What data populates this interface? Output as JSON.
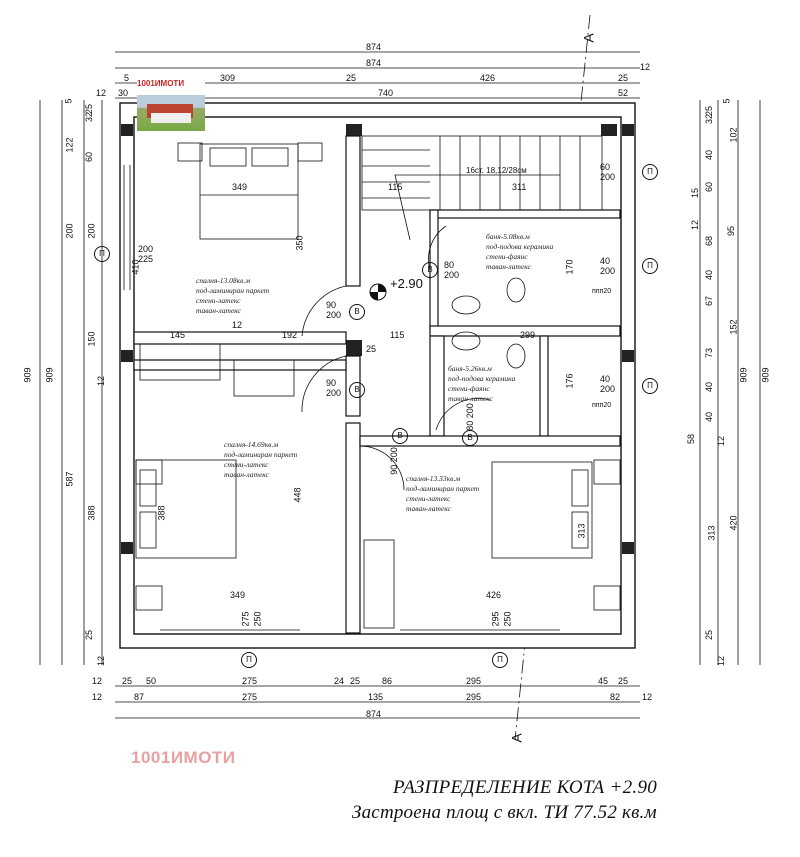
{
  "brand": {
    "logo_text": "1001ИМОТИ",
    "watermark": "1001ИМОТИ"
  },
  "titles": {
    "line1": "РАЗПРЕДЕЛЕНИЕ КОТА   +2.90",
    "line2": "Застроена площ  с вкл. ТИ 77.52 кв.м"
  },
  "section_marks": {
    "top": "A",
    "bottom": "A"
  },
  "level_mark": "+2.90",
  "dims_top": {
    "overall_1": "874",
    "overall_2": "874",
    "row2": [
      "5",
      "309",
      "25",
      "426",
      "25",
      "12"
    ],
    "row3": [
      "12",
      "30",
      "740",
      "52"
    ]
  },
  "dims_bottom": {
    "row1": [
      "12",
      "25",
      "50",
      "275",
      "24",
      "25",
      "86",
      "295",
      "45",
      "25"
    ],
    "row2": [
      "12",
      "87",
      "275",
      "135",
      "295",
      "82",
      "12"
    ],
    "overall": "874"
  },
  "dims_left": {
    "outer": "909",
    "mid": "909",
    "parts_a": [
      "5",
      "25",
      "32",
      "122",
      "60",
      "200",
      "150",
      "12",
      "587",
      "25",
      "12"
    ],
    "parts_b": [
      "200",
      "410",
      "388"
    ]
  },
  "dims_right": {
    "outer": "909",
    "mid": "909",
    "parts_a": [
      "5",
      "25",
      "32",
      "102",
      "40",
      "60",
      "95",
      "68",
      "15",
      "12",
      "40",
      "67",
      "152",
      "73",
      "40",
      "40",
      "58",
      "12",
      "420",
      "313",
      "25",
      "12"
    ]
  },
  "rooms": [
    {
      "id": "bedroom-1",
      "lines": [
        "спалня-13.08кв.м",
        "под-ламиниран паркет",
        "стени-латекс",
        "таван-латекс"
      ]
    },
    {
      "id": "bedroom-2",
      "lines": [
        "спалня-14.69кв.м",
        "под-ламиниран паркет",
        "стени-латекс",
        "таван-латекс"
      ]
    },
    {
      "id": "bedroom-3",
      "lines": [
        "спалня-13.33кв.м",
        "под-ламиниран паркет",
        "стени-латекс",
        "таван-латекс"
      ]
    },
    {
      "id": "bath-1",
      "lines": [
        "баня-5.08кв.м",
        "под-подова керамика",
        "стени-фаянс",
        "таван-латекс"
      ]
    },
    {
      "id": "bath-2",
      "lines": [
        "баня-5.26кв.м",
        "под-подова керамика",
        "стени-фаянс",
        "таван-латекс"
      ]
    }
  ],
  "stairs_label": "16ст. 18,12/28см",
  "inner_dims": {
    "bed1_w": "349",
    "bed1_h": "350",
    "hall_w": "115",
    "stair_w1": "115",
    "stair_w2": "311",
    "w145": "145",
    "w12": "12",
    "w192": "192",
    "w25": "25",
    "w115b": "115",
    "w299": "299",
    "h170": "170",
    "h176": "176",
    "h448": "448",
    "h388": "388",
    "h313": "313",
    "bed2_w": "349",
    "bed3_w": "426",
    "w275": "275",
    "w250": "250",
    "w295": "295",
    "w250b": "250",
    "pnp20a": "ппп20",
    "pnp20b": "ппп20"
  },
  "doors": [
    {
      "tag": "B",
      "w": "90",
      "h": "200"
    },
    {
      "tag": "B",
      "w": "90",
      "h": "200"
    },
    {
      "tag": "B",
      "w": "80",
      "h": "200"
    },
    {
      "tag": "B",
      "w": "80",
      "h": "200"
    },
    {
      "tag": "B",
      "w": "90",
      "h": "200"
    }
  ],
  "windows": [
    {
      "tag": "П",
      "w": "200",
      "h": "225"
    },
    {
      "tag": "П",
      "w": "60",
      "h": "200"
    },
    {
      "tag": "П",
      "w": "40",
      "h": "200"
    },
    {
      "tag": "П",
      "w": "40",
      "h": "200"
    },
    {
      "tag": "П",
      "w": "275",
      "h": "250"
    },
    {
      "tag": "П",
      "w": "295",
      "h": "250"
    }
  ]
}
